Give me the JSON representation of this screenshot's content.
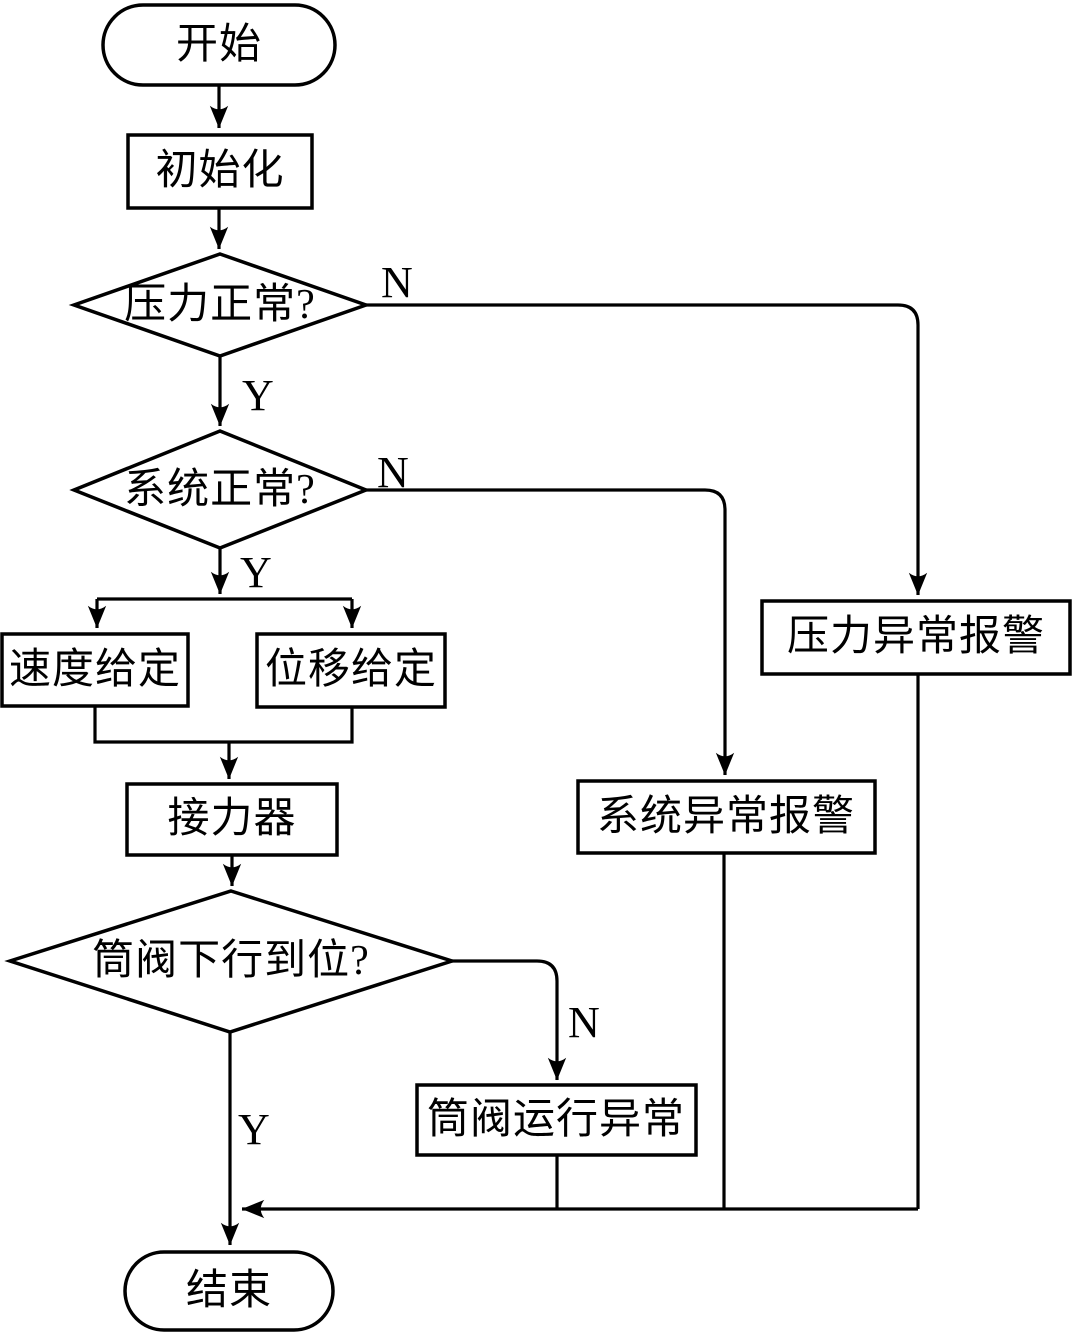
{
  "diagram": {
    "type": "flowchart",
    "colors": {
      "background": "#ffffff",
      "node_fill": "#ffffff",
      "stroke": "#000000",
      "text": "#000000"
    },
    "nodes": {
      "start": {
        "label": "开始",
        "type": "terminator"
      },
      "init": {
        "label": "初始化",
        "type": "process"
      },
      "pressure_check": {
        "label": "压力正常?",
        "type": "decision"
      },
      "system_check": {
        "label": "系统正常?",
        "type": "decision"
      },
      "speed_set": {
        "label": "速度给定",
        "type": "process"
      },
      "disp_set": {
        "label": "位移给定",
        "type": "process"
      },
      "servo": {
        "label": "接力器",
        "type": "process"
      },
      "valve_check": {
        "label": "筒阀下行到位?",
        "type": "decision"
      },
      "valve_abnormal": {
        "label": "筒阀运行异常",
        "type": "process"
      },
      "system_alarm": {
        "label": "系统异常报警",
        "type": "process"
      },
      "pressure_alarm": {
        "label": "压力异常报警",
        "type": "process"
      },
      "end": {
        "label": "结束",
        "type": "terminator"
      }
    },
    "branch_labels": {
      "pressure_n": "N",
      "pressure_y": "Y",
      "system_n": "N",
      "system_y": "Y",
      "valve_n": "N",
      "valve_y": "Y"
    },
    "edges": [
      {
        "from": "开始",
        "to": "初始化"
      },
      {
        "from": "初始化",
        "to": "压力正常?"
      },
      {
        "from": "压力正常?",
        "to": "系统正常?",
        "label": "Y"
      },
      {
        "from": "压力正常?",
        "to": "压力异常报警",
        "label": "N"
      },
      {
        "from": "系统正常?",
        "to": "速度给定",
        "label": "Y"
      },
      {
        "from": "系统正常?",
        "to": "位移给定",
        "label": "Y"
      },
      {
        "from": "系统正常?",
        "to": "系统异常报警",
        "label": "N"
      },
      {
        "from": "速度给定",
        "to": "接力器"
      },
      {
        "from": "位移给定",
        "to": "接力器"
      },
      {
        "from": "接力器",
        "to": "筒阀下行到位?"
      },
      {
        "from": "筒阀下行到位?",
        "to": "结束",
        "label": "Y"
      },
      {
        "from": "筒阀下行到位?",
        "to": "筒阀运行异常",
        "label": "N"
      },
      {
        "from": "筒阀运行异常",
        "to": "结束"
      },
      {
        "from": "系统异常报警",
        "to": "结束"
      },
      {
        "from": "压力异常报警",
        "to": "结束"
      }
    ]
  }
}
